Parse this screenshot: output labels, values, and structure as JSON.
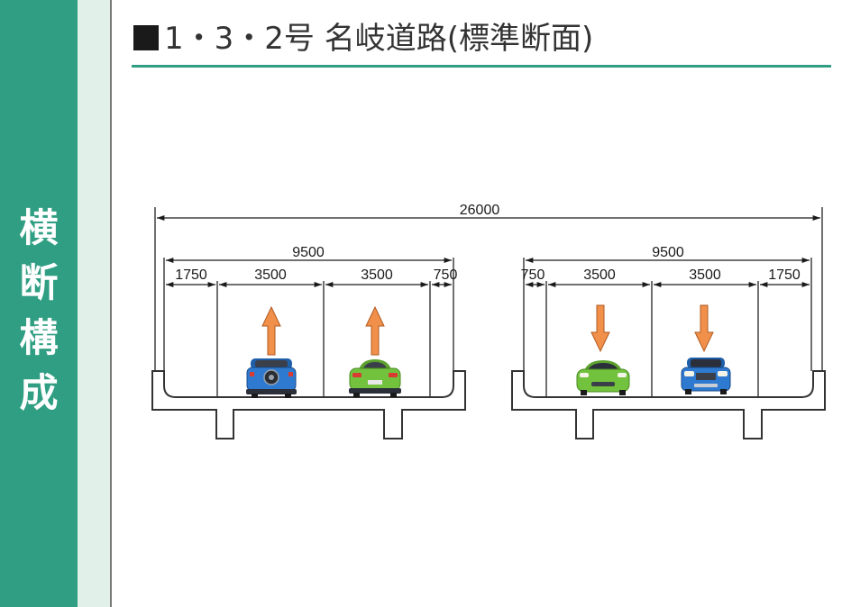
{
  "sidebar": {
    "title_chars": [
      "横",
      "断",
      "構",
      "成"
    ]
  },
  "heading": {
    "marker": "■",
    "text": "1・3・2号 名岐道路(標準断面)"
  },
  "diagram": {
    "total_width": "26000",
    "left_roadway": {
      "width": "9500",
      "segments": [
        "1750",
        "3500",
        "3500",
        "750"
      ]
    },
    "right_roadway": {
      "width": "9500",
      "segments": [
        "750",
        "3500",
        "3500",
        "1750"
      ]
    }
  },
  "colors": {
    "accent": "#2f9e82",
    "light_band": "#e1f1e9",
    "arrow": "#f0904a",
    "car_blue": "#2f7ad1",
    "car_green": "#72c23e",
    "deck": "#ffffff"
  }
}
